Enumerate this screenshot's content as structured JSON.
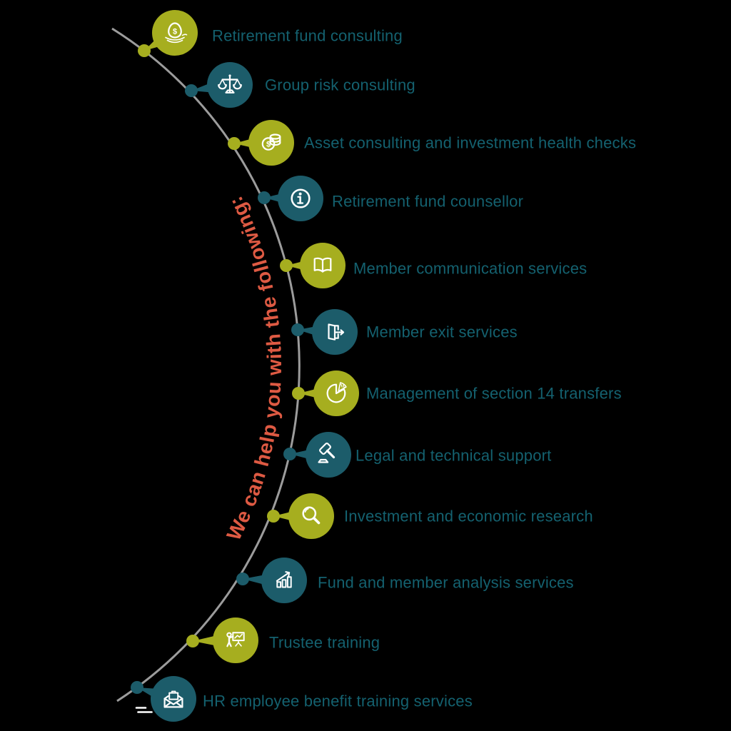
{
  "heading": {
    "curved_text": "We can help you with the following:"
  },
  "services": [
    {
      "label": "Retirement fund consulting",
      "icon": "nest-egg",
      "color": "olive"
    },
    {
      "label": "Group risk consulting",
      "icon": "scales",
      "color": "teal"
    },
    {
      "label": "Asset consulting and investment health checks",
      "icon": "coins",
      "color": "olive"
    },
    {
      "label": "Retirement fund counsellor",
      "icon": "info",
      "color": "teal"
    },
    {
      "label": "Member communication services",
      "icon": "open-book",
      "color": "olive"
    },
    {
      "label": "Member exit services",
      "icon": "exit-door",
      "color": "teal"
    },
    {
      "label": "Management of section 14 transfers",
      "icon": "pie-chart",
      "color": "olive"
    },
    {
      "label": "Legal and technical support",
      "icon": "gavel",
      "color": "teal"
    },
    {
      "label": "Investment and economic research",
      "icon": "magnifier",
      "color": "olive"
    },
    {
      "label": "Fund and member analysis services",
      "icon": "bar-chart-arrow",
      "color": "teal"
    },
    {
      "label": "Trustee training",
      "icon": "presenter-board",
      "color": "olive"
    },
    {
      "label": "HR employee benefit training services",
      "icon": "envelope-briefcase",
      "color": "teal"
    }
  ],
  "colors": {
    "olive": "#a6ae1f",
    "teal": "#1c5c6a",
    "label_text": "#14616f",
    "curved_text": "#de5a43",
    "arc": "#9c9c9c",
    "icon": "#ffffff",
    "background": "#000000"
  }
}
